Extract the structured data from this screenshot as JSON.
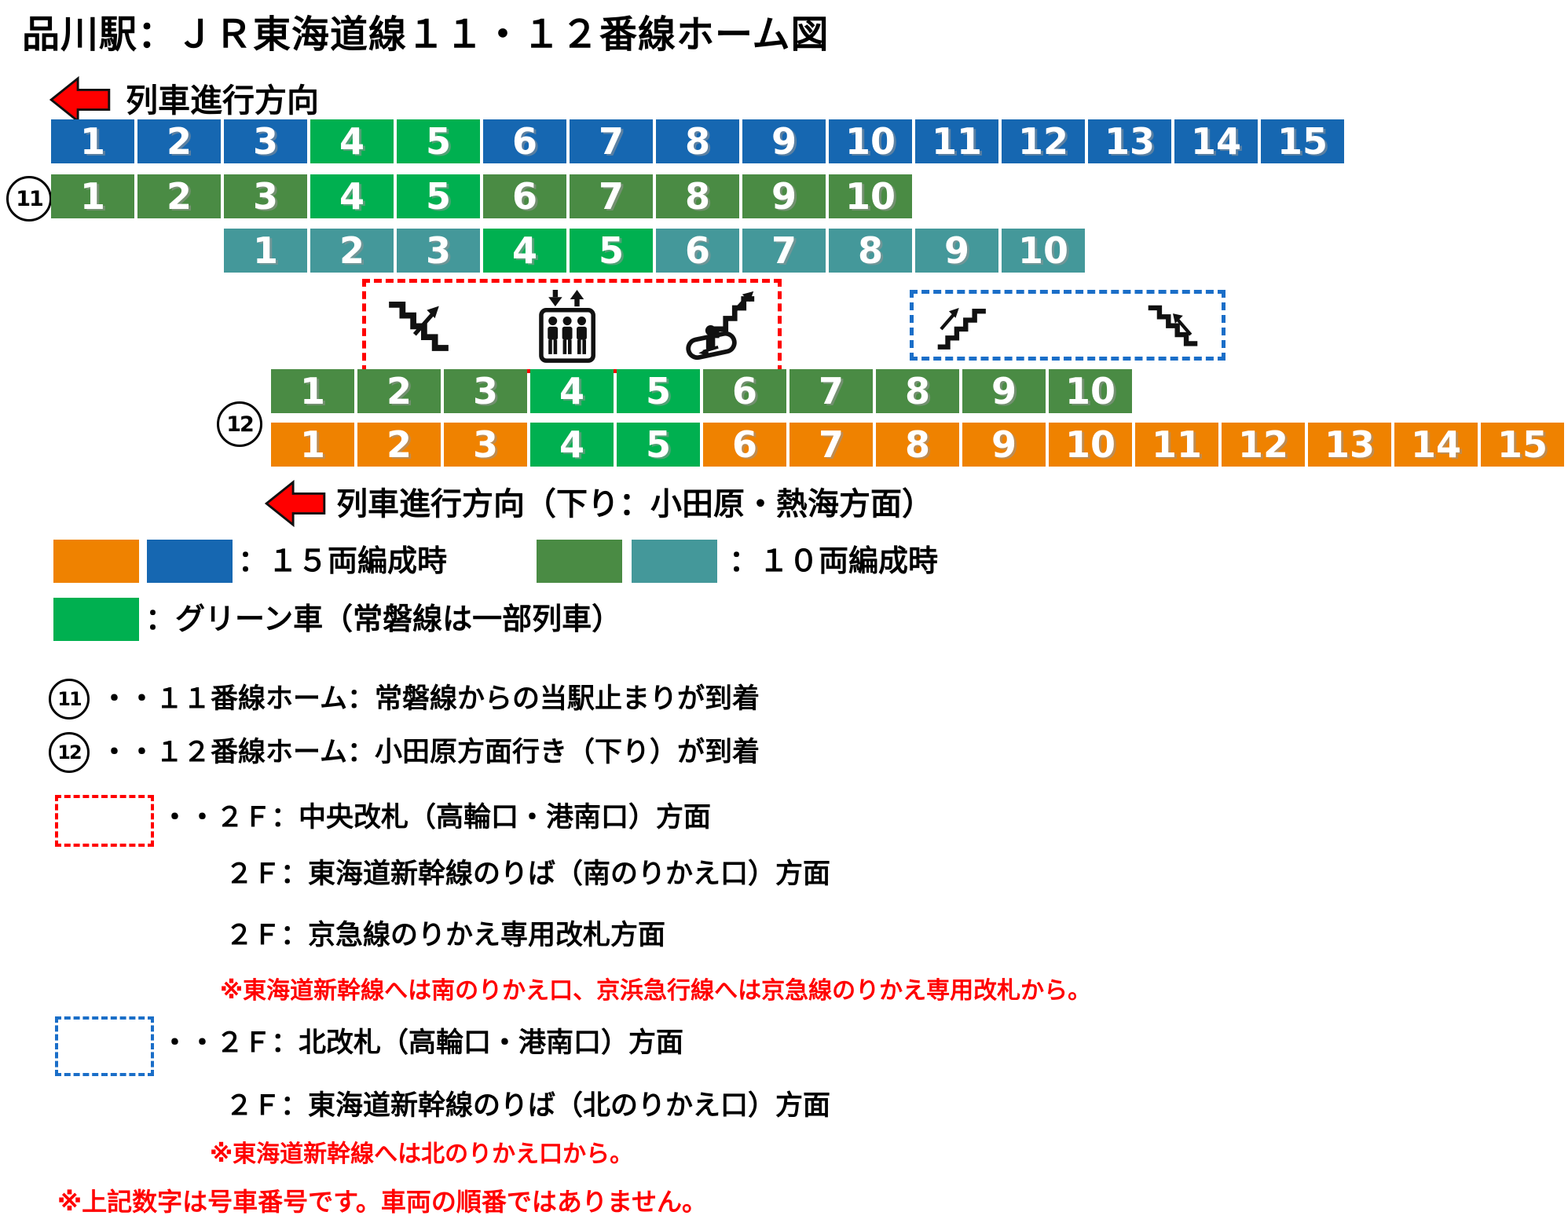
{
  "title": "品川駅：ＪＲ東海道線１１・１２番線ホーム図",
  "direction": {
    "top": "列車進行方向",
    "bottom": "列車進行方向（下り：小田原・熱海方面）"
  },
  "badges": {
    "p11": "11",
    "p12": "12"
  },
  "colors": {
    "car_15_blue": "#1667b1",
    "car_15_orange": "#ef8200",
    "car_10_dark_green": "#4a8b44",
    "car_10_teal": "#44989a",
    "green_car": "#00b050",
    "red_zone_border": "#ff0000",
    "blue_zone_border": "#1a6ec8",
    "note_red": "#ff0000"
  },
  "rows": [
    {
      "name": "15-car formation (11番線側)",
      "green_cars": "4・5",
      "cars": [
        "1",
        "2",
        "3",
        "4",
        "5",
        "6",
        "7",
        "8",
        "9",
        "10",
        "11",
        "12",
        "13",
        "14",
        "15"
      ]
    },
    {
      "name": "10-car formation (11番線)",
      "green_cars": "4・5",
      "cars": [
        "1",
        "2",
        "3",
        "4",
        "5",
        "6",
        "7",
        "8",
        "9",
        "10"
      ]
    },
    {
      "name": "10-car formation (11番線・常磐線)",
      "green_cars": "4・5",
      "cars": [
        "1",
        "2",
        "3",
        "4",
        "5",
        "6",
        "7",
        "8",
        "9",
        "10"
      ]
    },
    {
      "name": "10-car formation (12番線)",
      "green_cars": "4・5",
      "cars": [
        "1",
        "2",
        "3",
        "4",
        "5",
        "6",
        "7",
        "8",
        "9",
        "10"
      ]
    },
    {
      "name": "15-car formation (12番線側)",
      "green_cars": "4・5",
      "cars": [
        "1",
        "2",
        "3",
        "4",
        "5",
        "6",
        "7",
        "8",
        "9",
        "10",
        "11",
        "12",
        "13",
        "14",
        "15"
      ]
    }
  ],
  "zones": {
    "red": {
      "icons": [
        "stairs",
        "elevator",
        "escalator"
      ]
    },
    "blue": {
      "icons": [
        "stairs-up",
        "stairs-down"
      ]
    }
  },
  "legend": {
    "fifteen_label": "：１５両編成時",
    "ten_label": "：１０両編成時",
    "green_label": "：グリーン車（常磐線は一部列車）"
  },
  "platform_notes": [
    {
      "badge": "11",
      "text": "・・１１番線ホーム：常磐線からの当駅止まりが到着"
    },
    {
      "badge": "12",
      "text": "・・１２番線ホーム：小田原方面行き（下り）が到着"
    }
  ],
  "red_zone_key": {
    "line1": "・・２Ｆ：中央改札（高輪口・港南口）方面",
    "line2": "２Ｆ：東海道新幹線のりば（南のりかえ口）方面",
    "line3": "２Ｆ：京急線のりかえ専用改札方面",
    "note": "※東海道新幹線へは南のりかえ口、京浜急行線へは京急線のりかえ専用改札から。"
  },
  "blue_zone_key": {
    "line1": "・・２Ｆ：北改札（高輪口・港南口）方面",
    "line2": "２Ｆ：東海道新幹線のりば（北のりかえ口）方面",
    "note": "※東海道新幹線へは北のりかえ口から。"
  },
  "footer_note": "※上記数字は号車番号です。車両の順番ではありません。"
}
